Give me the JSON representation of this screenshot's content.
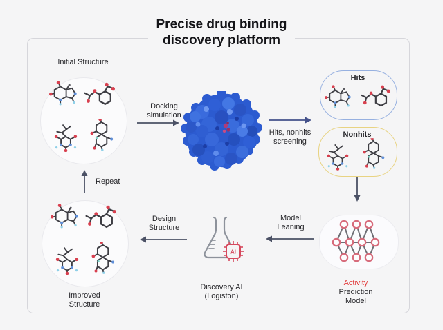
{
  "title": "Precise drug binding\ndiscovery platform",
  "stages": {
    "initial": {
      "label": "Initial Structure"
    },
    "hits": {
      "label": "Hits",
      "border_color": "#96b0e0"
    },
    "nonhits": {
      "label": "Nonhits",
      "border_color": "#e8d382"
    },
    "activity_model": {
      "line1": "Activity",
      "line2": "Prediction\nModel",
      "accent_color": "#e23b3b"
    },
    "discovery_ai": {
      "label": "Discovery AI\n(Logiston)",
      "chip_label": "AI",
      "chip_color": "#d5495e"
    },
    "improved": {
      "label": "Improved\nStructure"
    }
  },
  "arrows": {
    "docking": {
      "label": "Docking\nsimulation"
    },
    "screening": {
      "label": "Hits, nonhits\nscreening"
    },
    "model_learning": {
      "label": "Model\nLeaning"
    },
    "design": {
      "label": "Design\nStructure"
    },
    "repeat": {
      "label": "Repeat"
    }
  },
  "colors": {
    "background": "#f5f5f6",
    "frame_border": "#d6d6db",
    "arrow": "#4b5165",
    "nn_node_stroke": "#d76b7b",
    "protein_blue": "#2c5bd0",
    "ligand_magenta": "#b23a78"
  }
}
